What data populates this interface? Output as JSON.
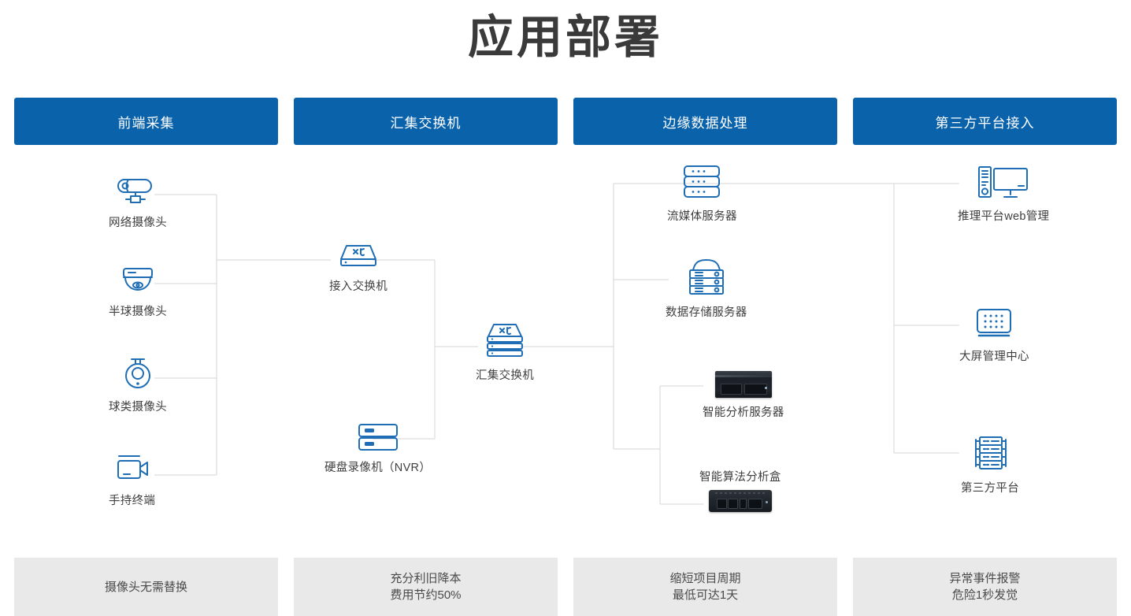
{
  "page": {
    "title": "应用部署",
    "accent_color": "#0a62ab",
    "icon_color": "#1f6eb5",
    "footer_bg": "#e9e9e9",
    "wire_color": "#d6d6d6"
  },
  "columns": [
    {
      "header": "前端采集",
      "footer_lines": [
        "摄像头无需替换"
      ],
      "nodes": [
        {
          "label": "网络摄像头",
          "icon": "bullet-camera-icon"
        },
        {
          "label": "半球摄像头",
          "icon": "dome-camera-icon"
        },
        {
          "label": "球类摄像头",
          "icon": "ptz-ball-camera-icon"
        },
        {
          "label": "手持终端",
          "icon": "handheld-camcorder-icon"
        }
      ]
    },
    {
      "header": "汇集交换机",
      "footer_lines": [
        "充分利旧降本",
        "费用节约50%"
      ],
      "nodes": [
        {
          "label": "接入交换机",
          "icon": "access-switch-icon"
        },
        {
          "label": "硬盘录像机（NVR）",
          "icon": "nvr-icon"
        },
        {
          "label": "汇集交换机",
          "icon": "aggregation-switch-icon"
        }
      ]
    },
    {
      "header": "边缘数据处理",
      "footer_lines": [
        "缩短项目周期",
        "最低可达1天"
      ],
      "nodes": [
        {
          "label": "流媒体服务器",
          "icon": "streaming-server-icon"
        },
        {
          "label": "数据存储服务器",
          "icon": "storage-server-icon"
        },
        {
          "label": "智能分析服务器",
          "icon": "analysis-server-photo"
        },
        {
          "label": "智能算法分析盒",
          "icon": "algorithm-box-photo"
        }
      ]
    },
    {
      "header": "第三方平台接入",
      "footer_lines": [
        "异常事件报警",
        "危险1秒发觉"
      ],
      "nodes": [
        {
          "label": "推理平台web管理",
          "icon": "desktop-pc-icon"
        },
        {
          "label": "大屏管理中心",
          "icon": "video-wall-icon"
        },
        {
          "label": "第三方平台",
          "icon": "server-rack-icon"
        }
      ]
    }
  ]
}
